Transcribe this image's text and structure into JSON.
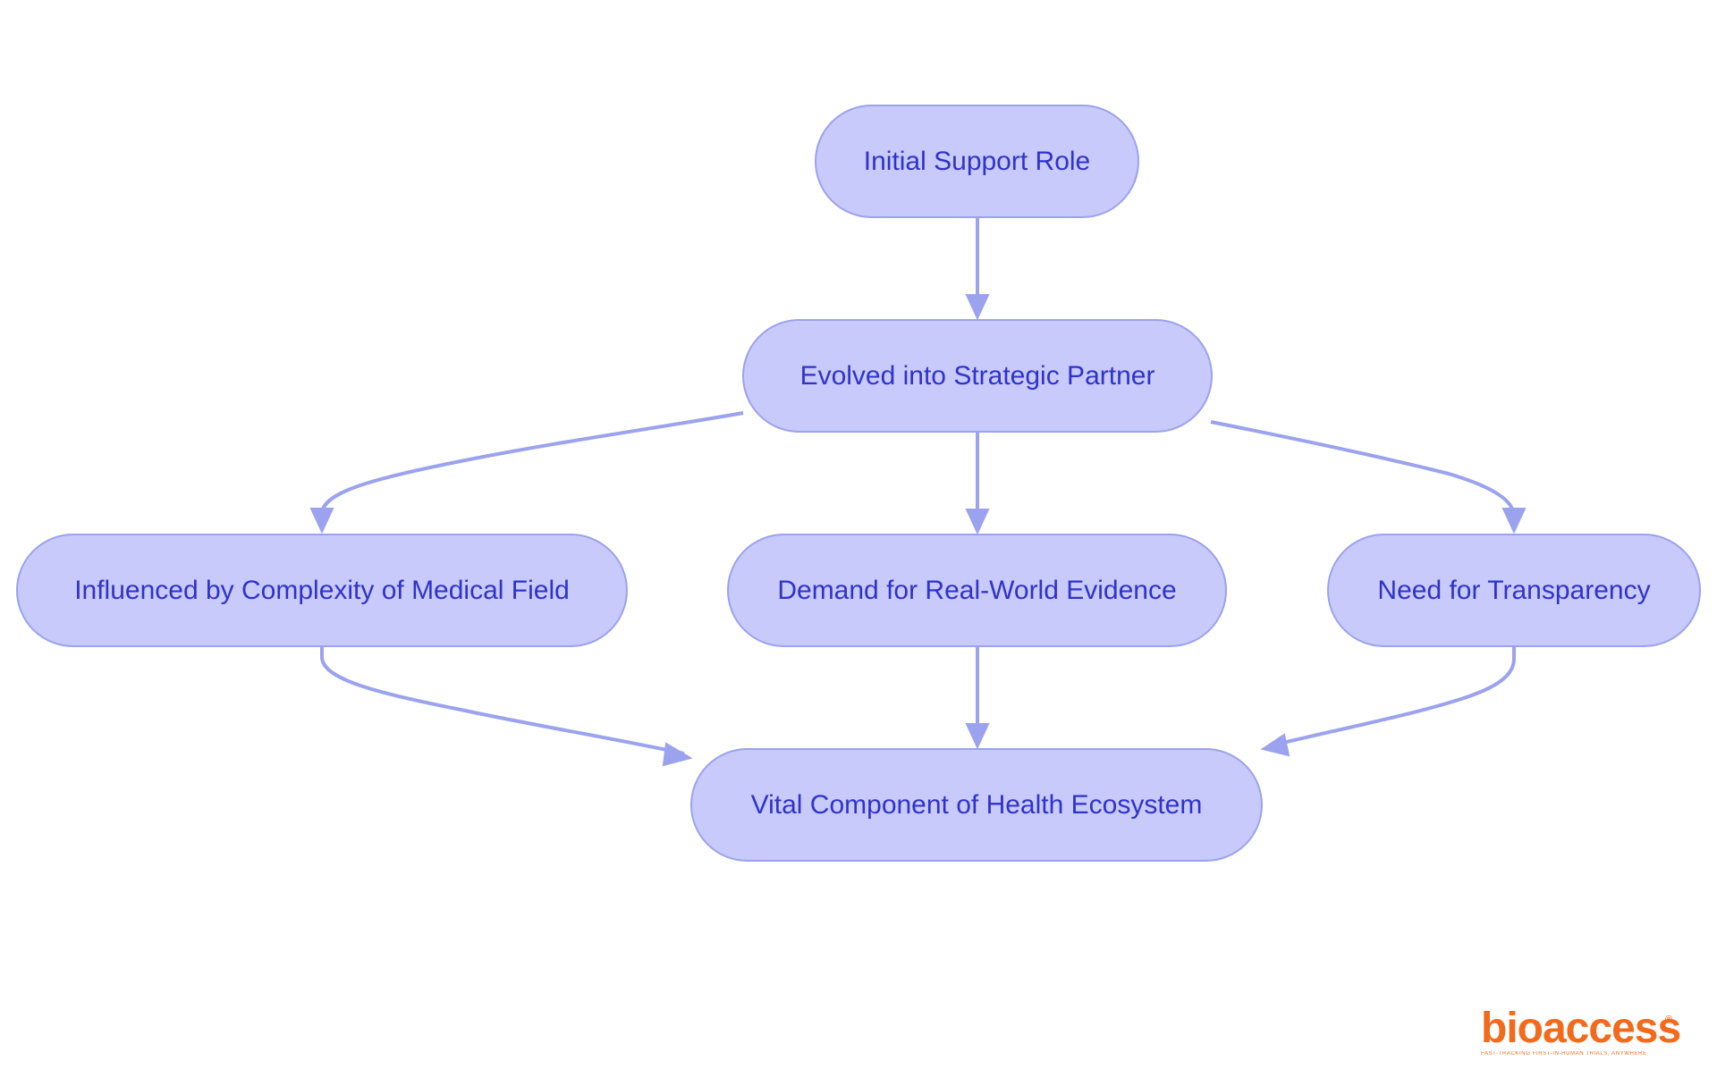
{
  "nodes": {
    "initial_support_role": "Initial Support Role",
    "evolved_into_strategic_partner": "Evolved into Strategic Partner",
    "influenced_by_complexity": "Influenced by Complexity of Medical Field",
    "demand_for_rwe": "Demand for Real-World Evidence",
    "need_for_transparency": "Need for Transparency",
    "vital_component": "Vital Component of Health Ecosystem"
  },
  "edges": [
    {
      "from": "initial_support_role",
      "to": "evolved_into_strategic_partner"
    },
    {
      "from": "evolved_into_strategic_partner",
      "to": "influenced_by_complexity"
    },
    {
      "from": "evolved_into_strategic_partner",
      "to": "demand_for_rwe"
    },
    {
      "from": "evolved_into_strategic_partner",
      "to": "need_for_transparency"
    },
    {
      "from": "influenced_by_complexity",
      "to": "vital_component"
    },
    {
      "from": "demand_for_rwe",
      "to": "vital_component"
    },
    {
      "from": "need_for_transparency",
      "to": "vital_component"
    }
  ],
  "logo": {
    "word": "bioaccess",
    "registered": "®",
    "tagline": "FAST-TRACKING FIRST-IN-HUMAN TRIALS, ANYWHERE"
  },
  "colors": {
    "node_fill": "#c8cafb",
    "node_border": "#9ba2ee",
    "node_text": "#2f33c8",
    "edge": "#9ba2ee",
    "logo": "#f26a1b"
  }
}
